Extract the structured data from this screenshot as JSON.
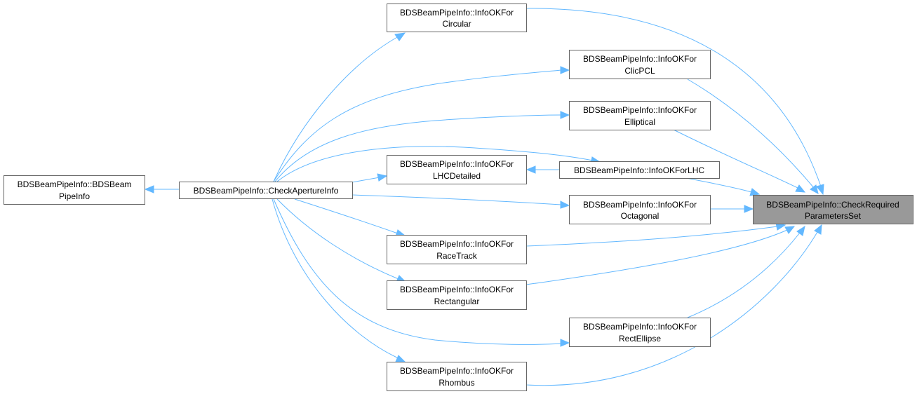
{
  "colors": {
    "edge": "#63b8ff",
    "node_border": "#666666",
    "node_fill": "#ffffff",
    "highlight_fill": "#999999"
  },
  "nodes": {
    "ctor": {
      "line1": "BDSBeamPipeInfo::BDSBeam",
      "line2": "PipeInfo"
    },
    "check": {
      "line1": "BDSBeamPipeInfo::CheckApertureInfo"
    },
    "circular": {
      "line1": "BDSBeamPipeInfo::InfoOKFor",
      "line2": "Circular"
    },
    "clicpcl": {
      "line1": "BDSBeamPipeInfo::InfoOKFor",
      "line2": "ClicPCL"
    },
    "elliptical": {
      "line1": "BDSBeamPipeInfo::InfoOKFor",
      "line2": "Elliptical"
    },
    "lhcdetailed": {
      "line1": "BDSBeamPipeInfo::InfoOKFor",
      "line2": "LHCDetailed"
    },
    "lhc": {
      "line1": "BDSBeamPipeInfo::InfoOKForLHC"
    },
    "octagonal": {
      "line1": "BDSBeamPipeInfo::InfoOKFor",
      "line2": "Octagonal"
    },
    "racetrack": {
      "line1": "BDSBeamPipeInfo::InfoOKFor",
      "line2": "RaceTrack"
    },
    "rectangular": {
      "line1": "BDSBeamPipeInfo::InfoOKFor",
      "line2": "Rectangular"
    },
    "rectellipse": {
      "line1": "BDSBeamPipeInfo::InfoOKFor",
      "line2": "RectEllipse"
    },
    "rhombus": {
      "line1": "BDSBeamPipeInfo::InfoOKFor",
      "line2": "Rhombus"
    },
    "required": {
      "line1": "BDSBeamPipeInfo::CheckRequired",
      "line2": "ParametersSet"
    }
  }
}
